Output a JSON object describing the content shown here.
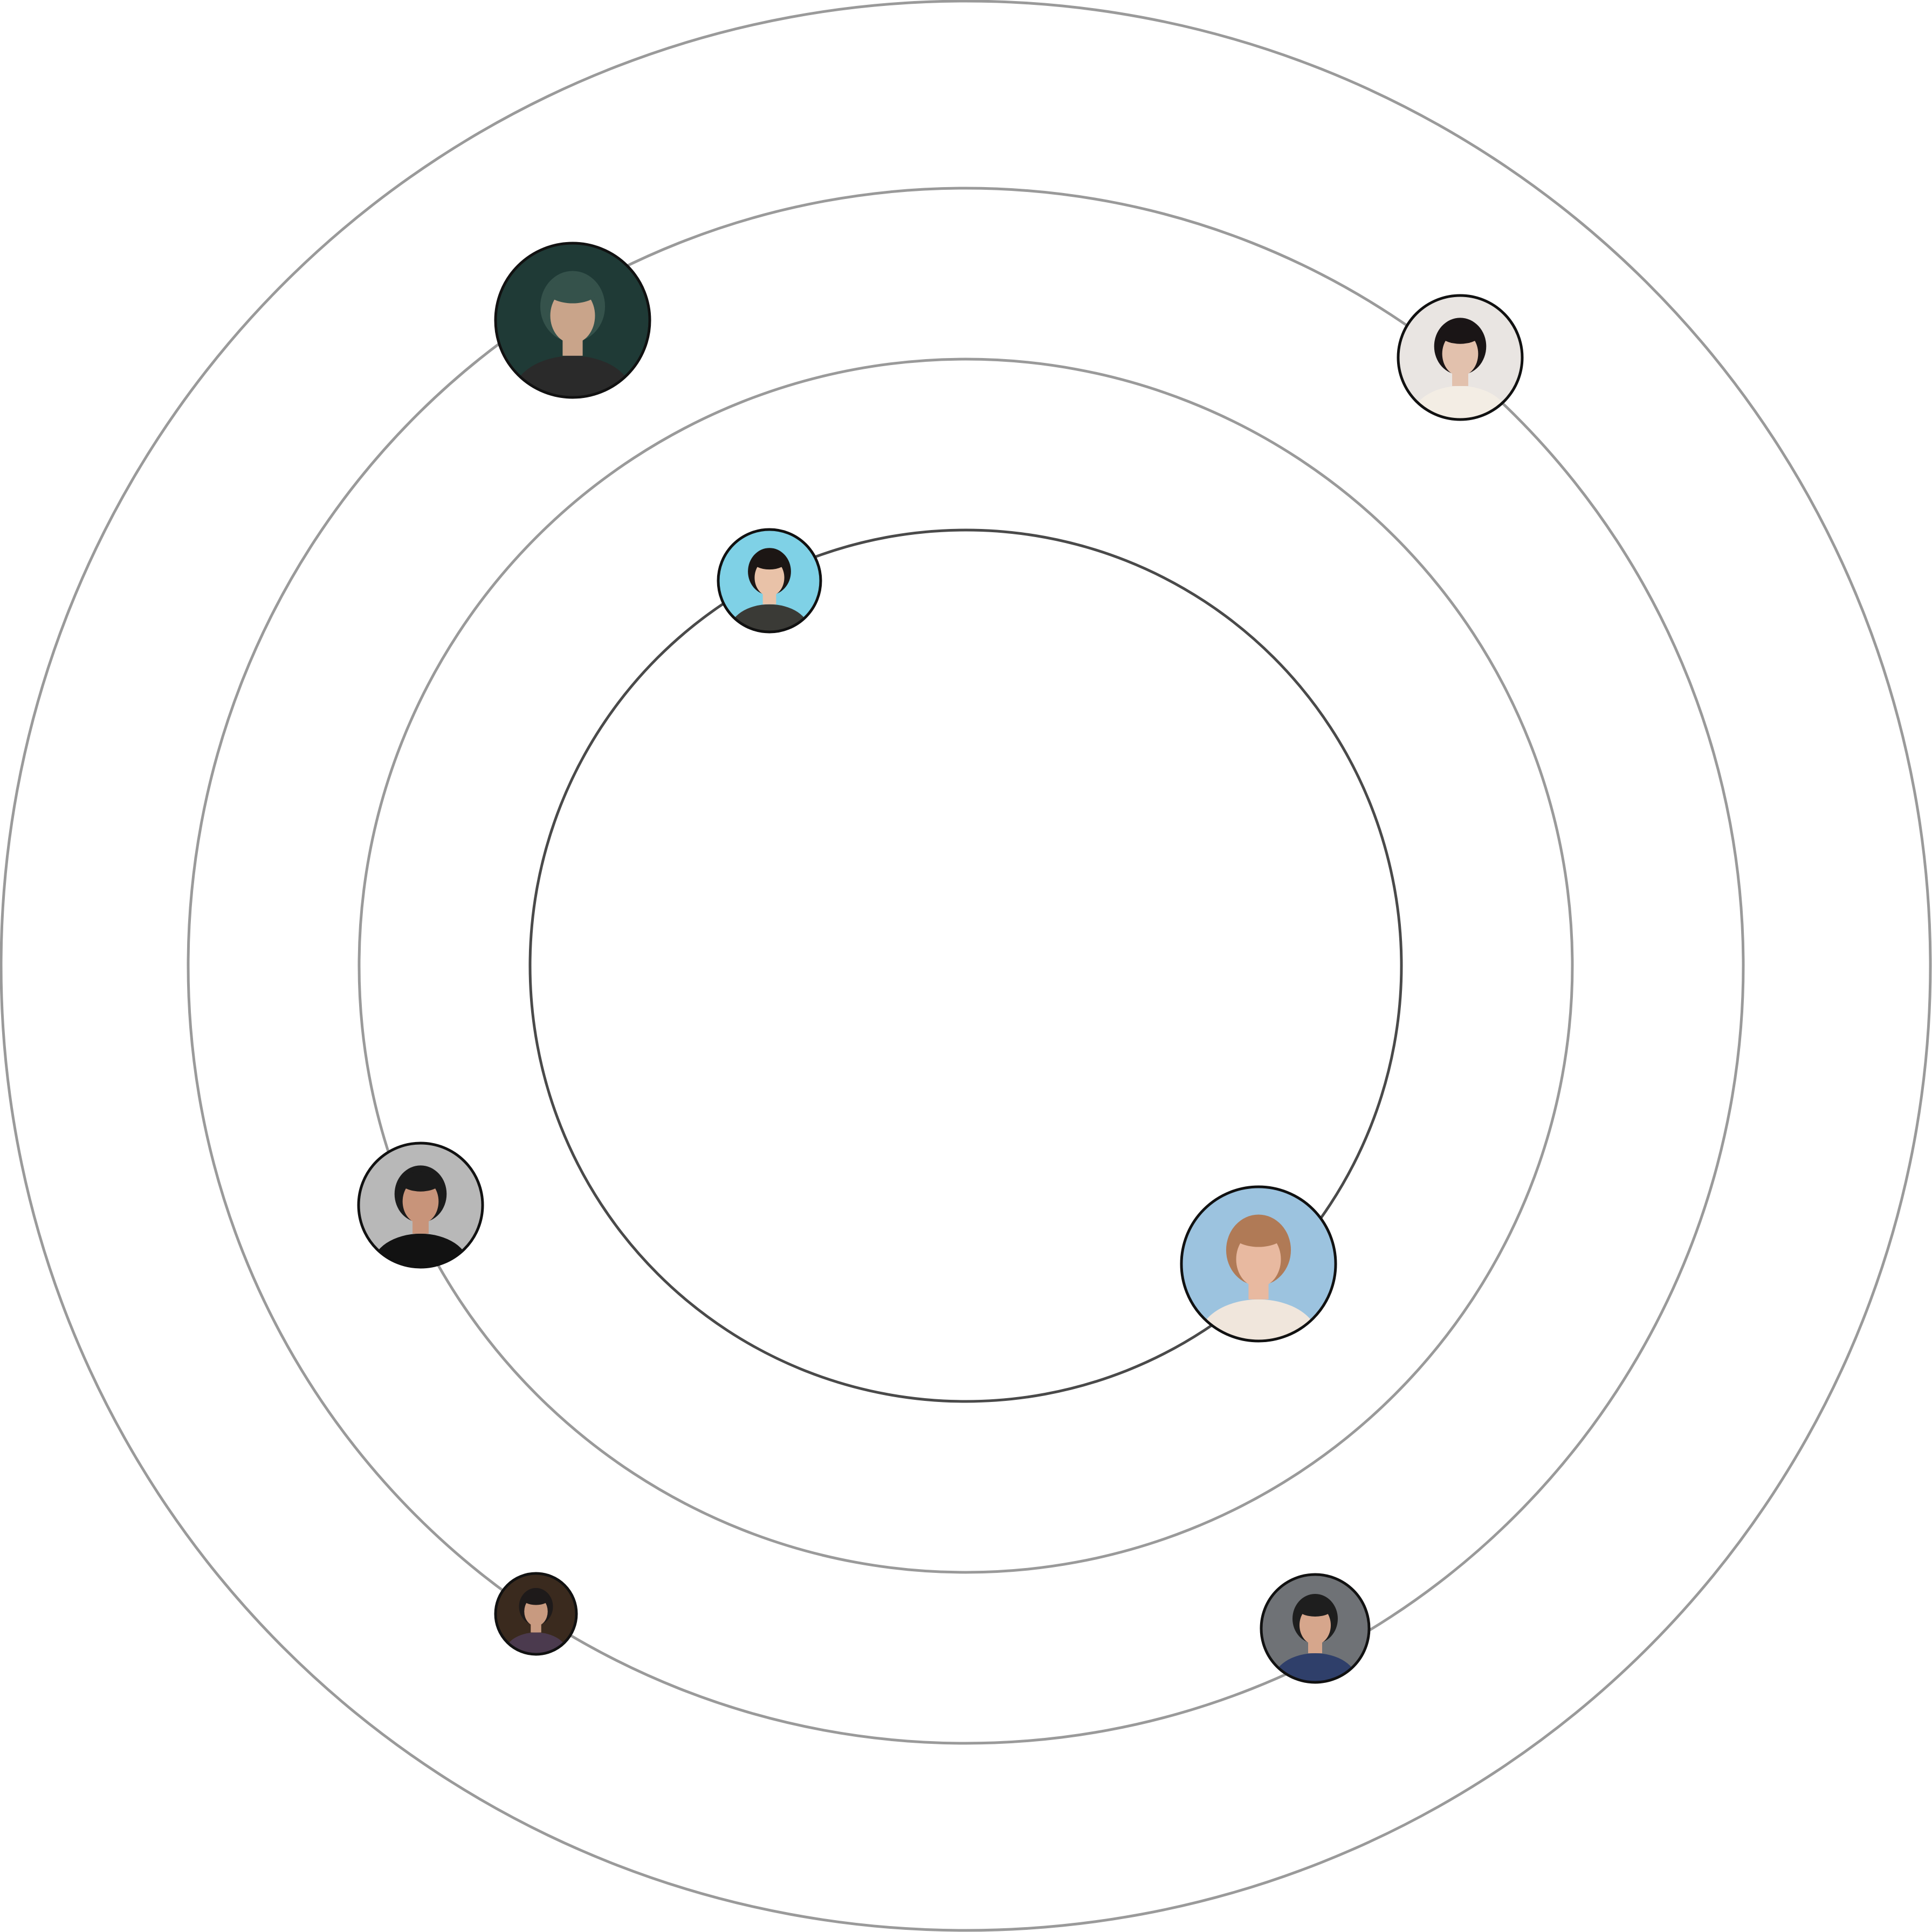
{
  "colors": {
    "background": "#ffffff",
    "inner_orbit": "#4a4a4a",
    "outer_orbit": "#9a9a9a",
    "avatar_border": "#111111"
  },
  "orbits": [
    {
      "name": "orbit-1",
      "style": "inner"
    },
    {
      "name": "orbit-2",
      "style": "outer"
    },
    {
      "name": "orbit-3",
      "style": "outer"
    },
    {
      "name": "orbit-4",
      "style": "outer"
    }
  ],
  "avatars": [
    {
      "name": "avatar-curly-hair-man",
      "icon": "person-photo-icon",
      "orbit": 3,
      "palette": [
        "#1f3a36",
        "#35524b",
        "#2a2a2a",
        "#c9a48a"
      ]
    },
    {
      "name": "avatar-dark-hair-woman",
      "icon": "person-photo-icon",
      "orbit": 3,
      "palette": [
        "#e9e5e2",
        "#1a1516",
        "#f3ede4",
        "#e2c1ad"
      ]
    },
    {
      "name": "avatar-red-lip-woman",
      "icon": "person-photo-icon",
      "orbit": 1,
      "palette": [
        "#7fd1e6",
        "#1c1614",
        "#3a3a36",
        "#e9c2a8"
      ]
    },
    {
      "name": "avatar-bearded-man",
      "icon": "person-photo-icon",
      "orbit": 2,
      "palette": [
        "#b8b8b8",
        "#1b1b1b",
        "#121212",
        "#c8947a"
      ]
    },
    {
      "name": "avatar-windblown-hair-woman",
      "icon": "person-photo-icon",
      "orbit": 1,
      "palette": [
        "#9cc3df",
        "#b07a56",
        "#f0e6dc",
        "#e8b9a0"
      ]
    },
    {
      "name": "avatar-cafe-man",
      "icon": "person-photo-icon",
      "orbit": 3,
      "palette": [
        "#3a2a1e",
        "#1e1a1a",
        "#4b3a4e",
        "#c89a80"
      ]
    },
    {
      "name": "avatar-smiling-man",
      "icon": "person-photo-icon",
      "orbit": 3,
      "palette": [
        "#6f7276",
        "#1e1e1e",
        "#2f3f6a",
        "#d6a68c"
      ]
    }
  ]
}
